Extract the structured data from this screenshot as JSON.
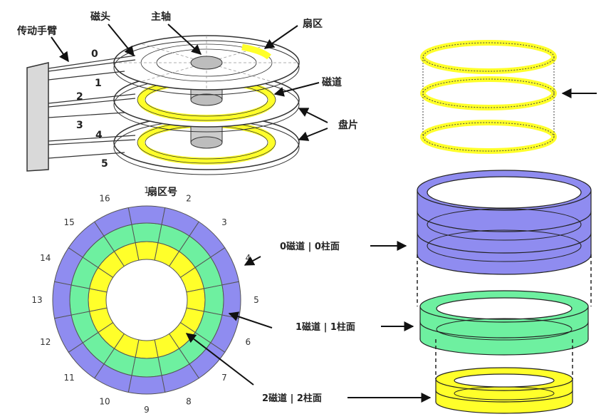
{
  "labels": {
    "arm": "传动手臂",
    "head": "磁头",
    "spindle": "主轴",
    "sector": "扇区",
    "track": "磁道",
    "platter": "盘片",
    "sector_number": "扇区号",
    "cyl0": "0磁道 | 0柱面",
    "cyl1": "1磁道 | 1柱面",
    "cyl2": "2磁道 | 2柱面"
  },
  "head_numbers": [
    "0",
    "1",
    "2",
    "3",
    "4",
    "5"
  ],
  "sector_numbers": [
    "1",
    "2",
    "3",
    "4",
    "5",
    "6",
    "7",
    "8",
    "9",
    "10",
    "11",
    "12",
    "13",
    "14",
    "15",
    "16"
  ],
  "colors": {
    "track0": "#8f8cf0",
    "track1": "#6ef0a0",
    "track2": "#ffff2a",
    "platter_grey": "#d0d0d0",
    "outline": "#444444"
  }
}
